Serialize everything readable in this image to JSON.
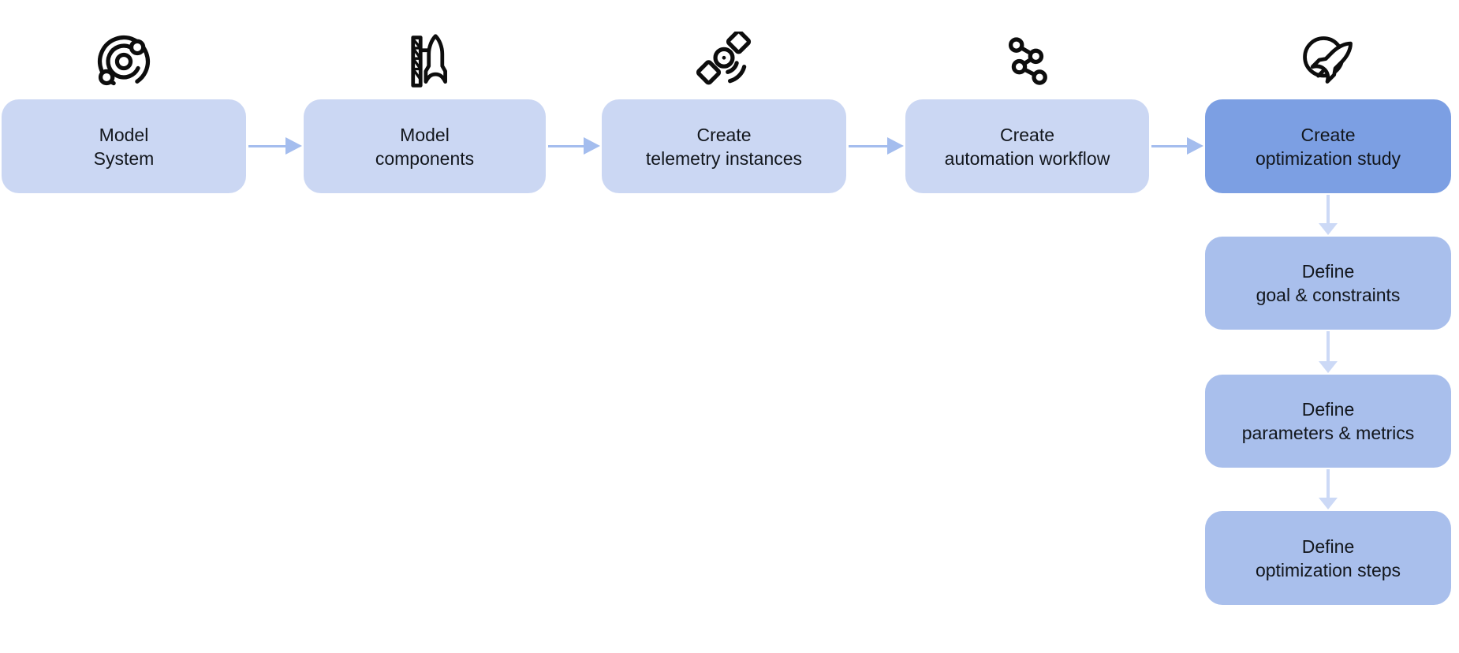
{
  "diagram": {
    "background": "#ffffff",
    "colors": {
      "box_light": "#cbd7f3",
      "box_active": "#7c9fe3",
      "box_medium": "#a9bfec",
      "arrow_horizontal": "#a4bdee",
      "arrow_vertical": "#ccd9f6",
      "text": "#12161c",
      "icon_stroke": "#0d0d0d"
    },
    "top_row": [
      {
        "id": "model-system",
        "icon": "orbit-icon",
        "label_line1": "Model",
        "label_line2": "System",
        "state": "default"
      },
      {
        "id": "model-components",
        "icon": "rocket-launchpad-icon",
        "label_line1": "Model",
        "label_line2": "components",
        "state": "default"
      },
      {
        "id": "create-telemetry-instances",
        "icon": "satellite-icon",
        "label_line1": "Create",
        "label_line2": "telemetry instances",
        "state": "default"
      },
      {
        "id": "create-automation-workflow",
        "icon": "workflow-nodes-icon",
        "label_line1": "Create",
        "label_line2": "automation workflow",
        "state": "default"
      },
      {
        "id": "create-optimization-study",
        "icon": "rocket-planet-icon",
        "label_line1": "Create",
        "label_line2": "optimization study",
        "state": "active"
      }
    ],
    "sub_steps": [
      {
        "id": "define-goal-constraints",
        "label_line1": "Define",
        "label_line2": "goal & constraints"
      },
      {
        "id": "define-parameters-metrics",
        "label_line1": "Define",
        "label_line2": "parameters & metrics"
      },
      {
        "id": "define-optimization-steps",
        "label_line1": "Define",
        "label_line2": "optimization steps"
      }
    ]
  }
}
